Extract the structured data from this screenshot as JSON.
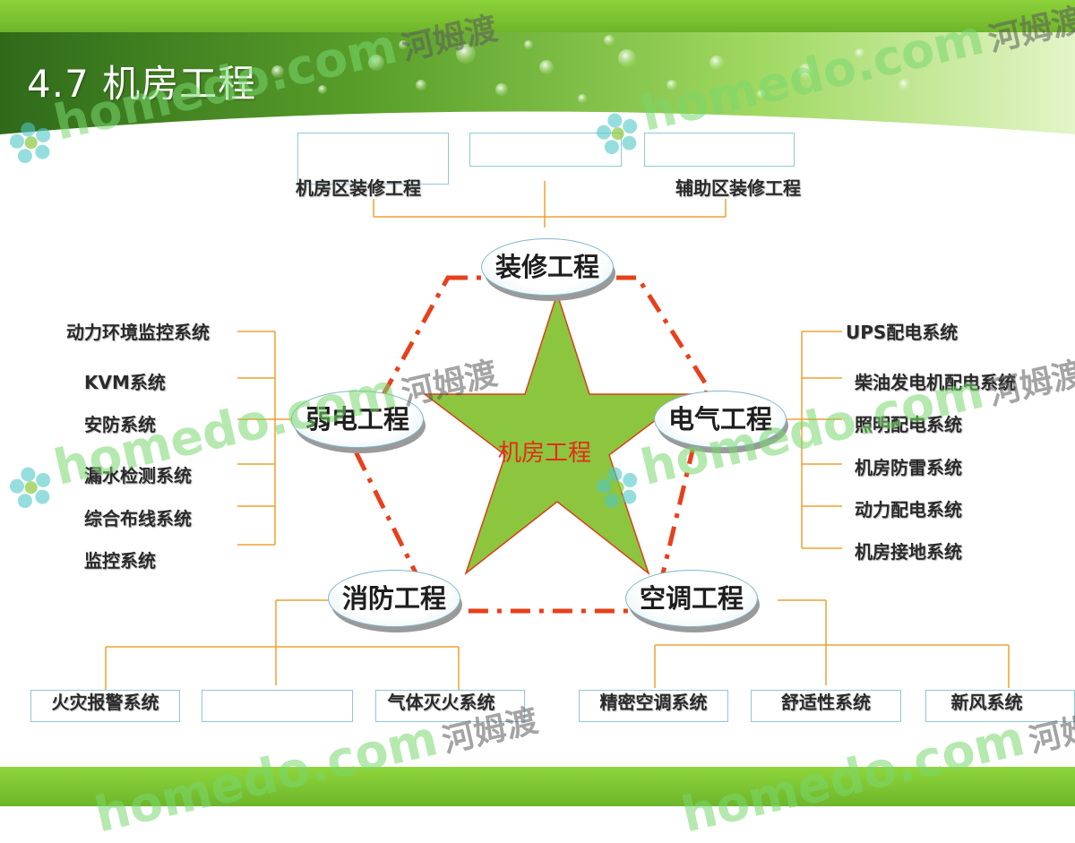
{
  "slide": {
    "title": "4.7 机房工程"
  },
  "diagram": {
    "center": "机房工程",
    "nodes": {
      "top": "装修工程",
      "left": "弱电工程",
      "right": "电气工程",
      "bottom_left": "消防工程",
      "bottom_right": "空调工程"
    },
    "decoration": {
      "labels": [
        "机房区装修工程",
        "辅助区装修工程"
      ]
    },
    "weak_current": {
      "items": [
        "动力环境监控系统",
        "KVM系统",
        "安防系统",
        "漏水检测系统",
        "综合布线系统",
        "监控系统"
      ]
    },
    "electrical": {
      "items": [
        "UPS配电系统",
        "柴油发电机配电系统",
        "照明配电系统",
        "机房防雷系统",
        "动力配电系统",
        "机房接地系统"
      ]
    },
    "fire": {
      "items": [
        "火灾报警系统",
        "",
        "气体灭火系统"
      ]
    },
    "hvac": {
      "items": [
        "精密空调系统",
        "舒适性系统",
        "新风系统"
      ]
    }
  },
  "watermark": {
    "domain": "homedo.com",
    "brand": "河姆渡"
  },
  "colors": {
    "star_fill": "#8cc63f",
    "star_outline": "#d8401a",
    "dash_line": "#e8401a",
    "connector": "#f0a030",
    "center_text": "#e8281a",
    "band_green": "#7fc23a"
  }
}
